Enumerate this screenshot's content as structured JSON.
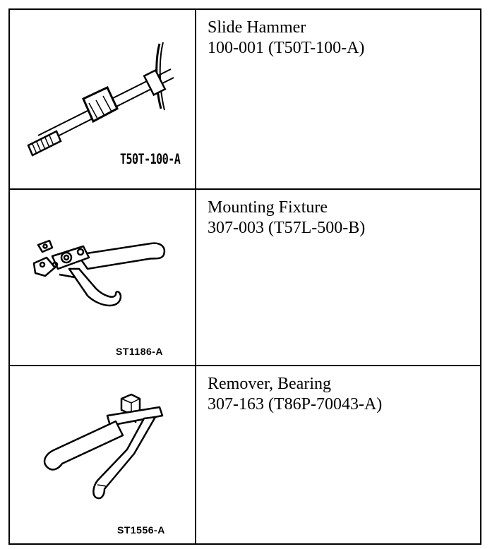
{
  "tools": [
    {
      "name": "Slide Hammer",
      "number": "100-001 (T50T-100-A)",
      "art_code": "T50T-100-A",
      "icon": "slide-hammer-icon"
    },
    {
      "name": "Mounting Fixture",
      "number": "307-003 (T57L-500-B)",
      "art_code": "ST1186-A",
      "icon": "mounting-fixture-icon"
    },
    {
      "name": "Remover, Bearing",
      "number": "307-163 (T86P-70043-A)",
      "art_code": "ST1556-A",
      "icon": "bearing-remover-icon"
    }
  ]
}
